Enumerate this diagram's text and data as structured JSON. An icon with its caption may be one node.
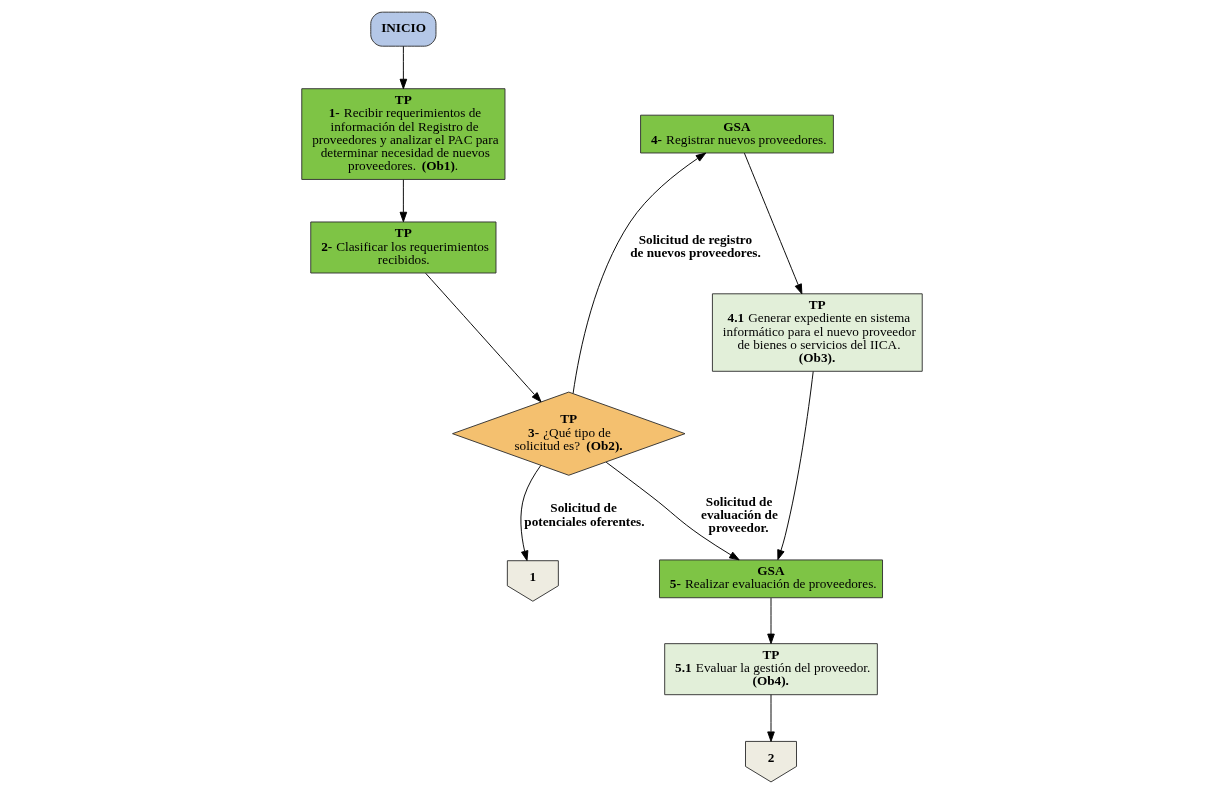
{
  "diagram": {
    "nodes": [
      {
        "text": [
          "INICIO"
        ]
      },
      {
        "text": [
          "TP",
          "**1-** Recibir requerimientos de información del Registro de proveedores y analizar el PAC para determinar necesidad de nuevos proveedores. **(Ob1)**."
        ]
      },
      {
        "text": [
          "TP",
          "**2-** Clasificar los requerimientos recibidos."
        ]
      },
      {
        "text": [
          "TP",
          "**3-** ¿Qué tipo de solicitud es? **(Ob2).**"
        ]
      },
      {
        "text": [
          "GSA",
          "**4-** Registrar nuevos proveedores."
        ]
      },
      {
        "text": [
          "TP",
          "**4.1** Generar expediente en sistema informático para el nuevo proveedor de bienes o servicios del IICA. **(Ob3).**"
        ]
      },
      {
        "text": [
          "GSA",
          "**5-** Realizar evaluación de proveedores."
        ]
      },
      {
        "text": [
          "TP",
          "**5.1** Evaluar la gestión del proveedor. **(Ob4).**"
        ]
      },
      {
        "text": [
          "1"
        ]
      },
      {
        "text": [
          "2"
        ]
      }
    ],
    "edges": [
      {
        "from": 0,
        "to": 1,
        "arrow": "to"
      },
      {
        "from": 1,
        "to": 2,
        "arrow": "to"
      },
      {
        "from": 2,
        "to": 3,
        "arrow": "to"
      },
      {
        "from": 3,
        "to": 4,
        "arrow": "to",
        "label": "Solicitud de registro de nuevos proveedores."
      },
      {
        "from": 4,
        "to": 5,
        "arrow": "to"
      },
      {
        "from": 5,
        "to": 6,
        "arrow": "to"
      },
      {
        "from": 3,
        "to": 6,
        "arrow": "to",
        "label": "Solicitud de evaluación de proveedor."
      },
      {
        "from": 6,
        "to": 7,
        "arrow": "to"
      },
      {
        "from": 3,
        "to": 8,
        "arrow": "to",
        "label": "Solicitud de potenciales oferentes."
      },
      {
        "from": 7,
        "to": 9,
        "arrow": "to"
      }
    ]
  }
}
